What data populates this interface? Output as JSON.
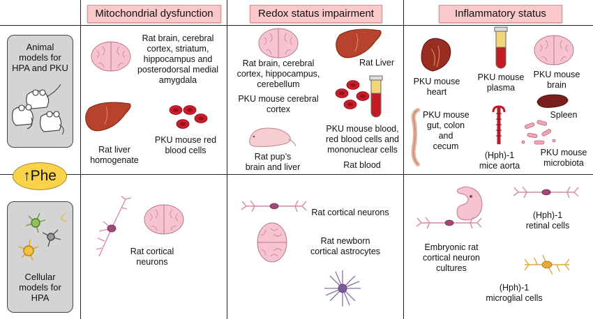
{
  "headers": {
    "mito": "Mitochondrial dysfunction",
    "redox": "Redox status impairment",
    "inflam": "Inflammatory status"
  },
  "side": {
    "animal_title": [
      "Animal",
      "models for",
      "HPA and PKU"
    ],
    "cellular_title": [
      "Cellular",
      "models for",
      "HPA"
    ],
    "phe": "↑Phe"
  },
  "animal": {
    "mito": {
      "brain": [
        "Rat brain, cerebral",
        "cortex, striatum,",
        "hippocampus and",
        "posterodorsal medial",
        "amygdala"
      ],
      "liver": [
        "Rat liver",
        "homogenate"
      ],
      "rbc": [
        "PKU mouse red",
        "blood cells"
      ]
    },
    "redox": {
      "brain": [
        "Rat brain, cerebral",
        "cortex, hippocampus,",
        "cerebellum"
      ],
      "pku_cortex": [
        "PKU mouse cerebral",
        "cortex"
      ],
      "pup": [
        "Rat pup’s",
        "brain and liver"
      ],
      "liver": "Rat Liver",
      "blood": [
        "PKU mouse blood,",
        "red blood cells and",
        "mononuclear cells"
      ],
      "rat_blood": "Rat blood"
    },
    "inflam": {
      "heart": [
        "PKU mouse",
        "heart"
      ],
      "plasma": [
        "PKU mouse",
        "plasma"
      ],
      "brain": [
        "PKU mouse",
        "brain"
      ],
      "gut": [
        "PKU mouse",
        "gut, colon",
        "and",
        "cecum"
      ],
      "aorta": [
        "(Hph)-1",
        "mice aorta"
      ],
      "spleen": "Spleen",
      "microbiota": [
        "PKU mouse",
        "microbiota"
      ]
    }
  },
  "cellular": {
    "mito": {
      "neurons": [
        "Rat cortical",
        "neurons"
      ]
    },
    "redox": {
      "neurons": "Rat cortical neurons",
      "astrocytes": [
        "Rat newborn",
        "cortical astrocytes"
      ]
    },
    "inflam": {
      "retinal": [
        "(Hph)-1",
        "retinal cells"
      ],
      "embryonic": [
        "Embryonic rat",
        "cortical neuron",
        "cultures"
      ],
      "microglial": [
        "(Hph)-1",
        "microglial cells"
      ]
    }
  }
}
